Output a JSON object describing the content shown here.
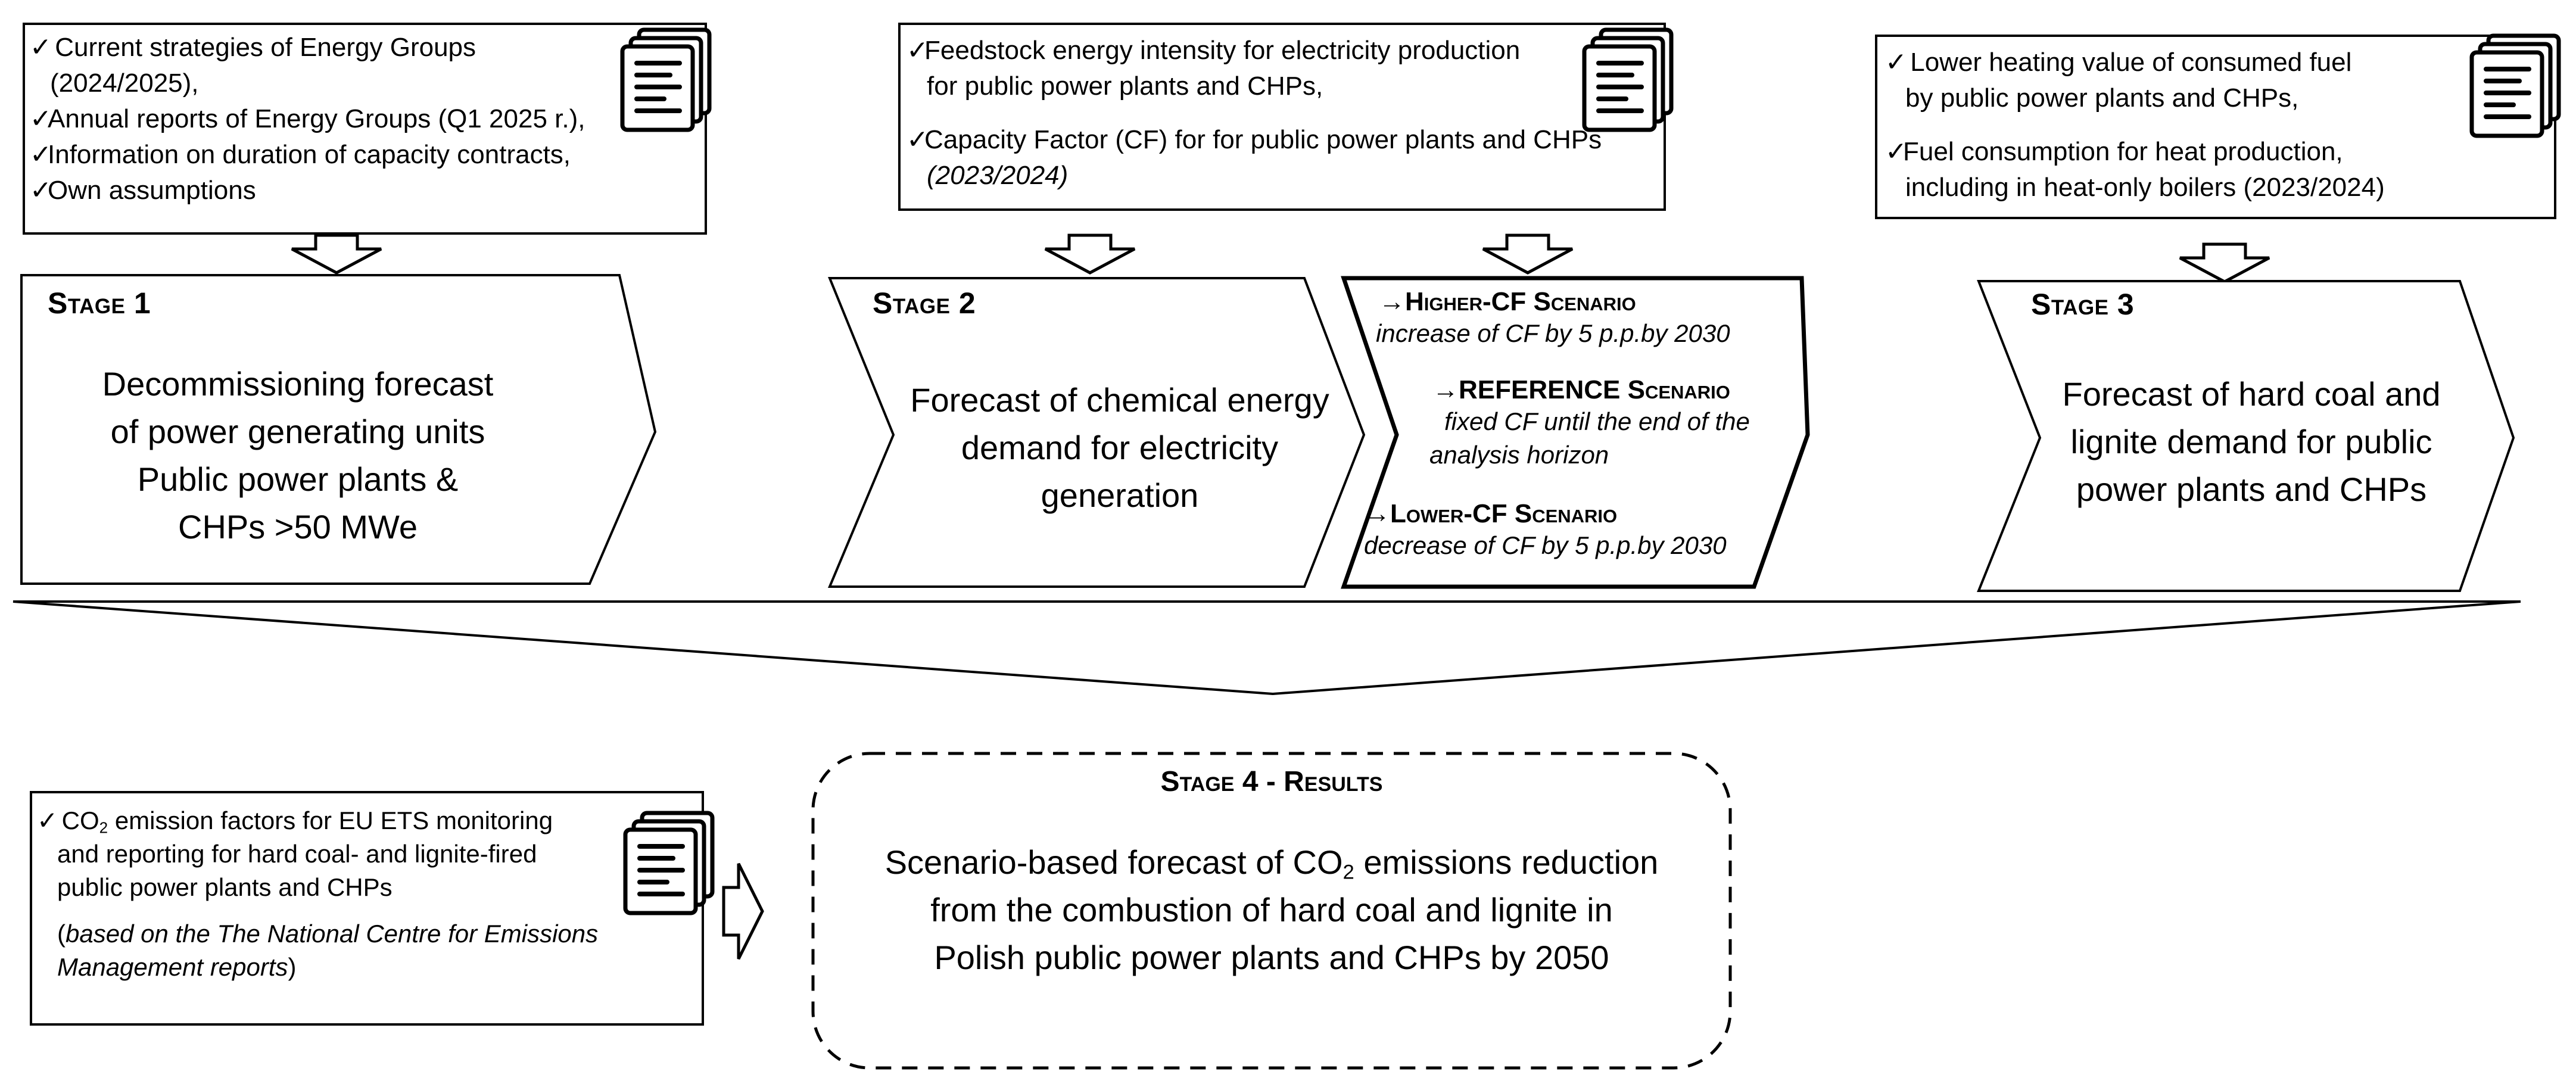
{
  "source_boxes": {
    "stage1": {
      "items": [
        {
          "lines": [
            "Current strategies of Energy Groups",
            "(2024/2025),"
          ]
        },
        {
          "lines": [
            "Annual reports of Energy Groups (Q1 2025 r.),"
          ]
        },
        {
          "lines": [
            "Information on duration of capacity contracts,"
          ]
        },
        {
          "lines": [
            "Own assumptions"
          ]
        }
      ]
    },
    "stage2": {
      "items": [
        {
          "lines": [
            "Feedstock energy intensity for electricity production",
            "for public power plants and CHPs,"
          ]
        },
        {
          "lines": [
            "Capacity Factor (CF) for for public power plants and CHPs",
            "(2023/2024)"
          ]
        }
      ]
    },
    "stage3": {
      "items": [
        {
          "lines": [
            "Lower heating value of consumed fuel",
            "by public power plants and CHPs,"
          ]
        },
        {
          "lines": [
            "Fuel consumption for heat production,",
            "including in heat-only boilers (2023/2024)"
          ]
        }
      ]
    },
    "stage4": {
      "co2_prefix": "CO",
      "co2_sub": "2",
      "item_line1_rest": " emission factors for EU ETS monitoring",
      "item_lines": [
        "and reporting for hard coal- and lignite-fired",
        "public power plants and CHPs"
      ],
      "note_open": "(",
      "note_italic_1": "based on the The National Centre for Emissions",
      "note_italic_2": "Management reports",
      "note_close": ")"
    }
  },
  "check_mark": "✓",
  "stages": {
    "stage1": {
      "title": "Stage 1",
      "lines": [
        "Decommissioning forecast",
        "of power generating units",
        "Public power plants &",
        "CHPs >50 MWe"
      ]
    },
    "stage2": {
      "title": "Stage 2",
      "lines": [
        "Forecast of chemical energy",
        "demand for electricity",
        "generation"
      ]
    },
    "stage3": {
      "title": "Stage 3",
      "lines": [
        "Forecast of hard coal and",
        "lignite demand for public",
        "power plants and CHPs"
      ]
    }
  },
  "scenarios": [
    {
      "arrow": "→",
      "title": "Higher-CF Scenario",
      "desc": [
        "increase of CF by 5 p.p.by 2030"
      ]
    },
    {
      "arrow": "→",
      "title_upper": "REFERENCE",
      "title_rest": " Scenario",
      "desc": [
        "fixed CF until the end of the",
        "analysis horizon"
      ]
    },
    {
      "arrow": "→",
      "title": "Lower-CF Scenario",
      "desc": [
        "decrease of CF by 5 p.p.by 2030"
      ]
    }
  ],
  "results": {
    "title": "Stage 4 - Results",
    "line1_a": "Scenario-based forecast of CO",
    "line1_sub": "2",
    "line1_b": " emissions reduction",
    "line2": "from the combustion of hard coal and lignite in",
    "line3": "Polish public power plants and CHPs by 2050"
  },
  "icons": [
    "document-stack-icon",
    "down-arrow-icon",
    "right-arrow-icon",
    "funnel-arrow-icon"
  ],
  "colors": {
    "stroke": "#000000",
    "fill": "#ffffff"
  }
}
